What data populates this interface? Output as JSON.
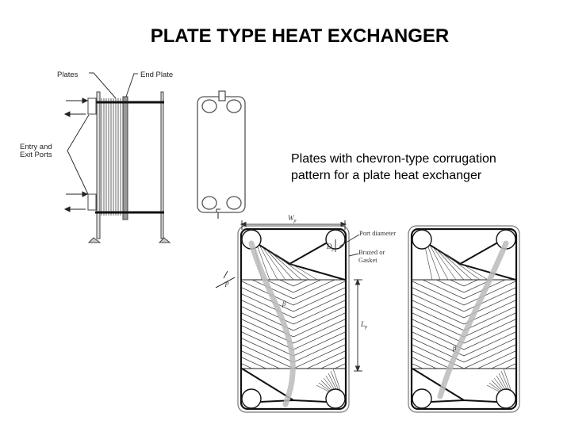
{
  "slide": {
    "title": "PLATE TYPE HEAT EXCHANGER",
    "caption_line1": "Plates with chevron-type corrugation",
    "caption_line2": "pattern for a plate heat exchanger"
  },
  "left_diagram": {
    "label_plates": "Plates",
    "label_end_plate": "End Plate",
    "label_ports_line1": "Entry and",
    "label_ports_line2": "Exit Ports"
  },
  "chevron_diagram": {
    "label_width": "W",
    "label_width_sub": "p",
    "label_port_diameter": "Port diameter",
    "label_port_symbol": "D",
    "label_port_symbol_sub": "p",
    "label_gasket_line1": "Brazed or",
    "label_gasket_line2": "Gasket",
    "label_length": "L",
    "label_length_sub": "p",
    "label_pitch": "p",
    "label_angle": "β"
  }
}
